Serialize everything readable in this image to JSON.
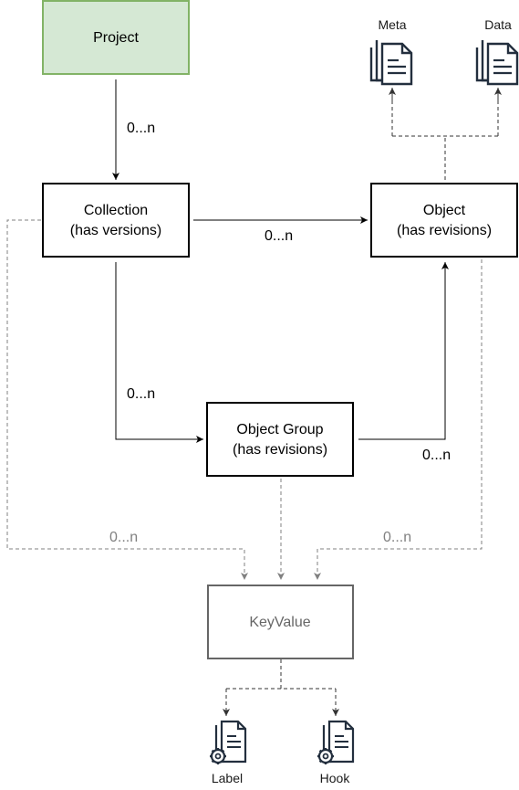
{
  "nodes": {
    "project": {
      "label": "Project"
    },
    "collection": {
      "line1": "Collection",
      "line2": "(has versions)"
    },
    "object": {
      "line1": "Object",
      "line2": "(has revisions)"
    },
    "object_group": {
      "line1": "Object Group",
      "line2": "(has revisions)"
    },
    "keyvalue": {
      "label": "KeyValue"
    }
  },
  "edges": {
    "project_collection": "0...n",
    "collection_object": "0...n",
    "collection_group": "0...n",
    "group_object": "0...n",
    "collection_keyvalue": "0...n",
    "object_keyvalue": "0...n"
  },
  "icons": {
    "meta": {
      "label": "Meta",
      "icon": "documents-icon"
    },
    "data": {
      "label": "Data",
      "icon": "documents-icon"
    },
    "label": {
      "label": "Label",
      "icon": "document-gear-icon"
    },
    "hook": {
      "label": "Hook",
      "icon": "document-gear-icon"
    }
  },
  "colors": {
    "project_fill": "#d5e8d4",
    "project_stroke": "#82b366",
    "keyvalue_stroke": "#666666",
    "keyvalue_text": "#666666",
    "dashed_stroke": "#808080",
    "solid_stroke": "#000000"
  }
}
